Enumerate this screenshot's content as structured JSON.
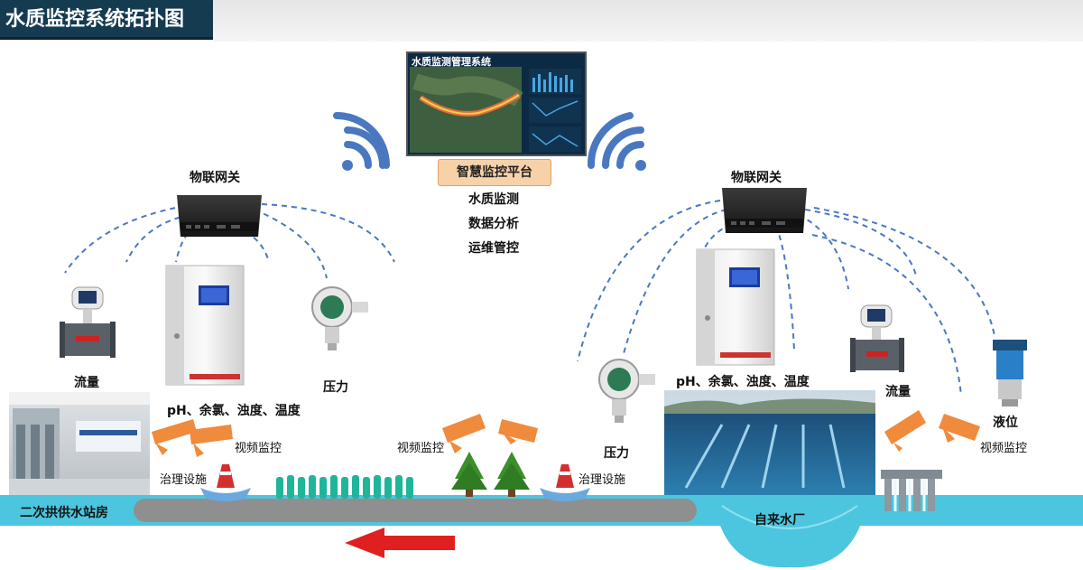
{
  "page": {
    "title": "水质监控系统拓扑图"
  },
  "platform": {
    "screen_title": "水质监测管理系统",
    "label": "智慧监控平台",
    "functions": [
      "水质监测",
      "数据分析",
      "运维管控"
    ]
  },
  "left_site": {
    "gateway_label": "物联网关",
    "flow_label": "流量",
    "pressure_label": "压力",
    "params_label": "pH、余氯、浊度、温度",
    "video_label": "视频监控",
    "treatment_label": "治理设施",
    "station_label": "二次拱供水站房"
  },
  "middle": {
    "video_label": "视频监控",
    "pressure_label": "压力",
    "treatment_label": "治理设施"
  },
  "right_site": {
    "gateway_label": "物联网关",
    "params_label": "pH、余氯、浊度、温度",
    "flow_label": "流量",
    "level_label": "液位",
    "video_label": "视频监控",
    "plant_label": "自来水厂"
  },
  "colors": {
    "title_bg": "#153b51",
    "water": "#4cc6de",
    "pipe": "#8f8f8f",
    "signal": "#4a78c0",
    "camera": "#f08a3c",
    "arrow": "#e02020",
    "platform_label_bg": "#f7d2a8"
  },
  "icons": [
    "wifi-icon",
    "gateway-icon",
    "flowmeter-icon",
    "pressure-gauge-icon",
    "analyzer-cabinet-icon",
    "camera-icon",
    "buoy-icon",
    "tree-icon",
    "level-sensor-icon",
    "flow-arrow-icon"
  ]
}
